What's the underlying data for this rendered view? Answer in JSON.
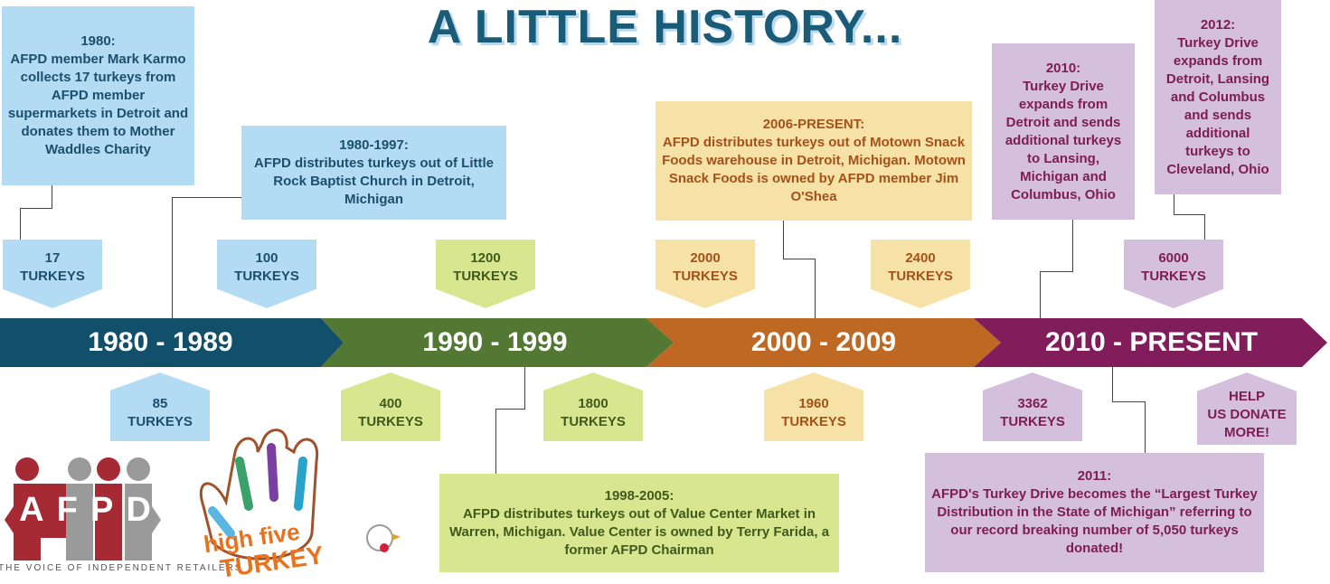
{
  "title": "A LITTLE HISTORY...",
  "segments": [
    {
      "label": "1980 - 1989",
      "color": "#124f6b"
    },
    {
      "label": "1990 - 1999",
      "color": "#527833"
    },
    {
      "label": "2000 - 2009",
      "color": "#be6824"
    },
    {
      "label": "2010 - PRESENT",
      "color": "#821d5b"
    }
  ],
  "notes": {
    "n1980": "1980:\nAFPD member Mark Karmo collects 17 turkeys from AFPD member supermarkets in Detroit and donates them to Mother Waddles Charity",
    "n1980_1997": "1980-1997:\nAFPD distributes turkeys out of Little Rock Baptist Church in Detroit, Michigan",
    "n1998_2005": "1998-2005:\nAFPD distributes turkeys out of Value Center Market in Warren, Michigan.  Value Center is owned by Terry Farida, a former AFPD Chairman",
    "n2006": "2006-PRESENT:\nAFPD distributes turkeys out of Motown Snack Foods warehouse in Detroit, Michigan.  Motown Snack Foods is owned by AFPD member Jim O'Shea",
    "n2010": "2010:\nTurkey Drive expands from Detroit and sends additional turkeys to Lansing, Michigan and Columbus, Ohio",
    "n2011": "2011:\nAFPD's Turkey Drive becomes the “Largest Turkey Distribution in the State of Michigan” referring to our record breaking number of 5,050 turkeys donated!",
    "n2012": "2012:\nTurkey Drive expands from Detroit, Lansing and Columbus and sends additional turkeys to Cleveland, Ohio"
  },
  "badges": {
    "b17": {
      "num": "17",
      "unit": "TURKEYS"
    },
    "b100": {
      "num": "100",
      "unit": "TURKEYS"
    },
    "b1200": {
      "num": "1200",
      "unit": "TURKEYS"
    },
    "b2000": {
      "num": "2000",
      "unit": "TURKEYS"
    },
    "b2400": {
      "num": "2400",
      "unit": "TURKEYS"
    },
    "b6000": {
      "num": "6000",
      "unit": "TURKEYS"
    },
    "b85": {
      "num": "85",
      "unit": "TURKEYS"
    },
    "b400": {
      "num": "400",
      "unit": "TURKEYS"
    },
    "b1800": {
      "num": "1800",
      "unit": "TURKEYS"
    },
    "b1960": {
      "num": "1960",
      "unit": "TURKEYS"
    },
    "b3362": {
      "num": "3362",
      "unit": "TURKEYS"
    },
    "help": {
      "line1": "HELP",
      "line2": "US DONATE",
      "line3": "MORE!"
    }
  },
  "logos": {
    "afpd_letters": [
      "A",
      "F",
      "P",
      "D"
    ],
    "afpd_tagline": "THE VOICE OF INDEPENDENT RETAILERS",
    "turkey_text_1": "high five",
    "turkey_text_2": "TURKEY"
  }
}
